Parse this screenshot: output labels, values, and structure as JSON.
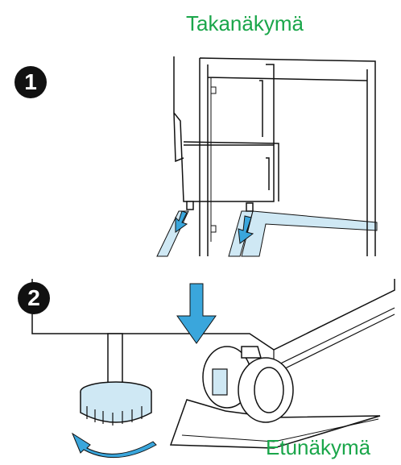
{
  "labels": {
    "rear_view": "Takanäkymä",
    "front_view": "Etunäkymä"
  },
  "steps": {
    "one": "1",
    "two": "2"
  },
  "colors": {
    "label": "#1aa64a",
    "arrow": "#3aa6dc",
    "strip": "#cfe8f4",
    "line": "#111111"
  }
}
